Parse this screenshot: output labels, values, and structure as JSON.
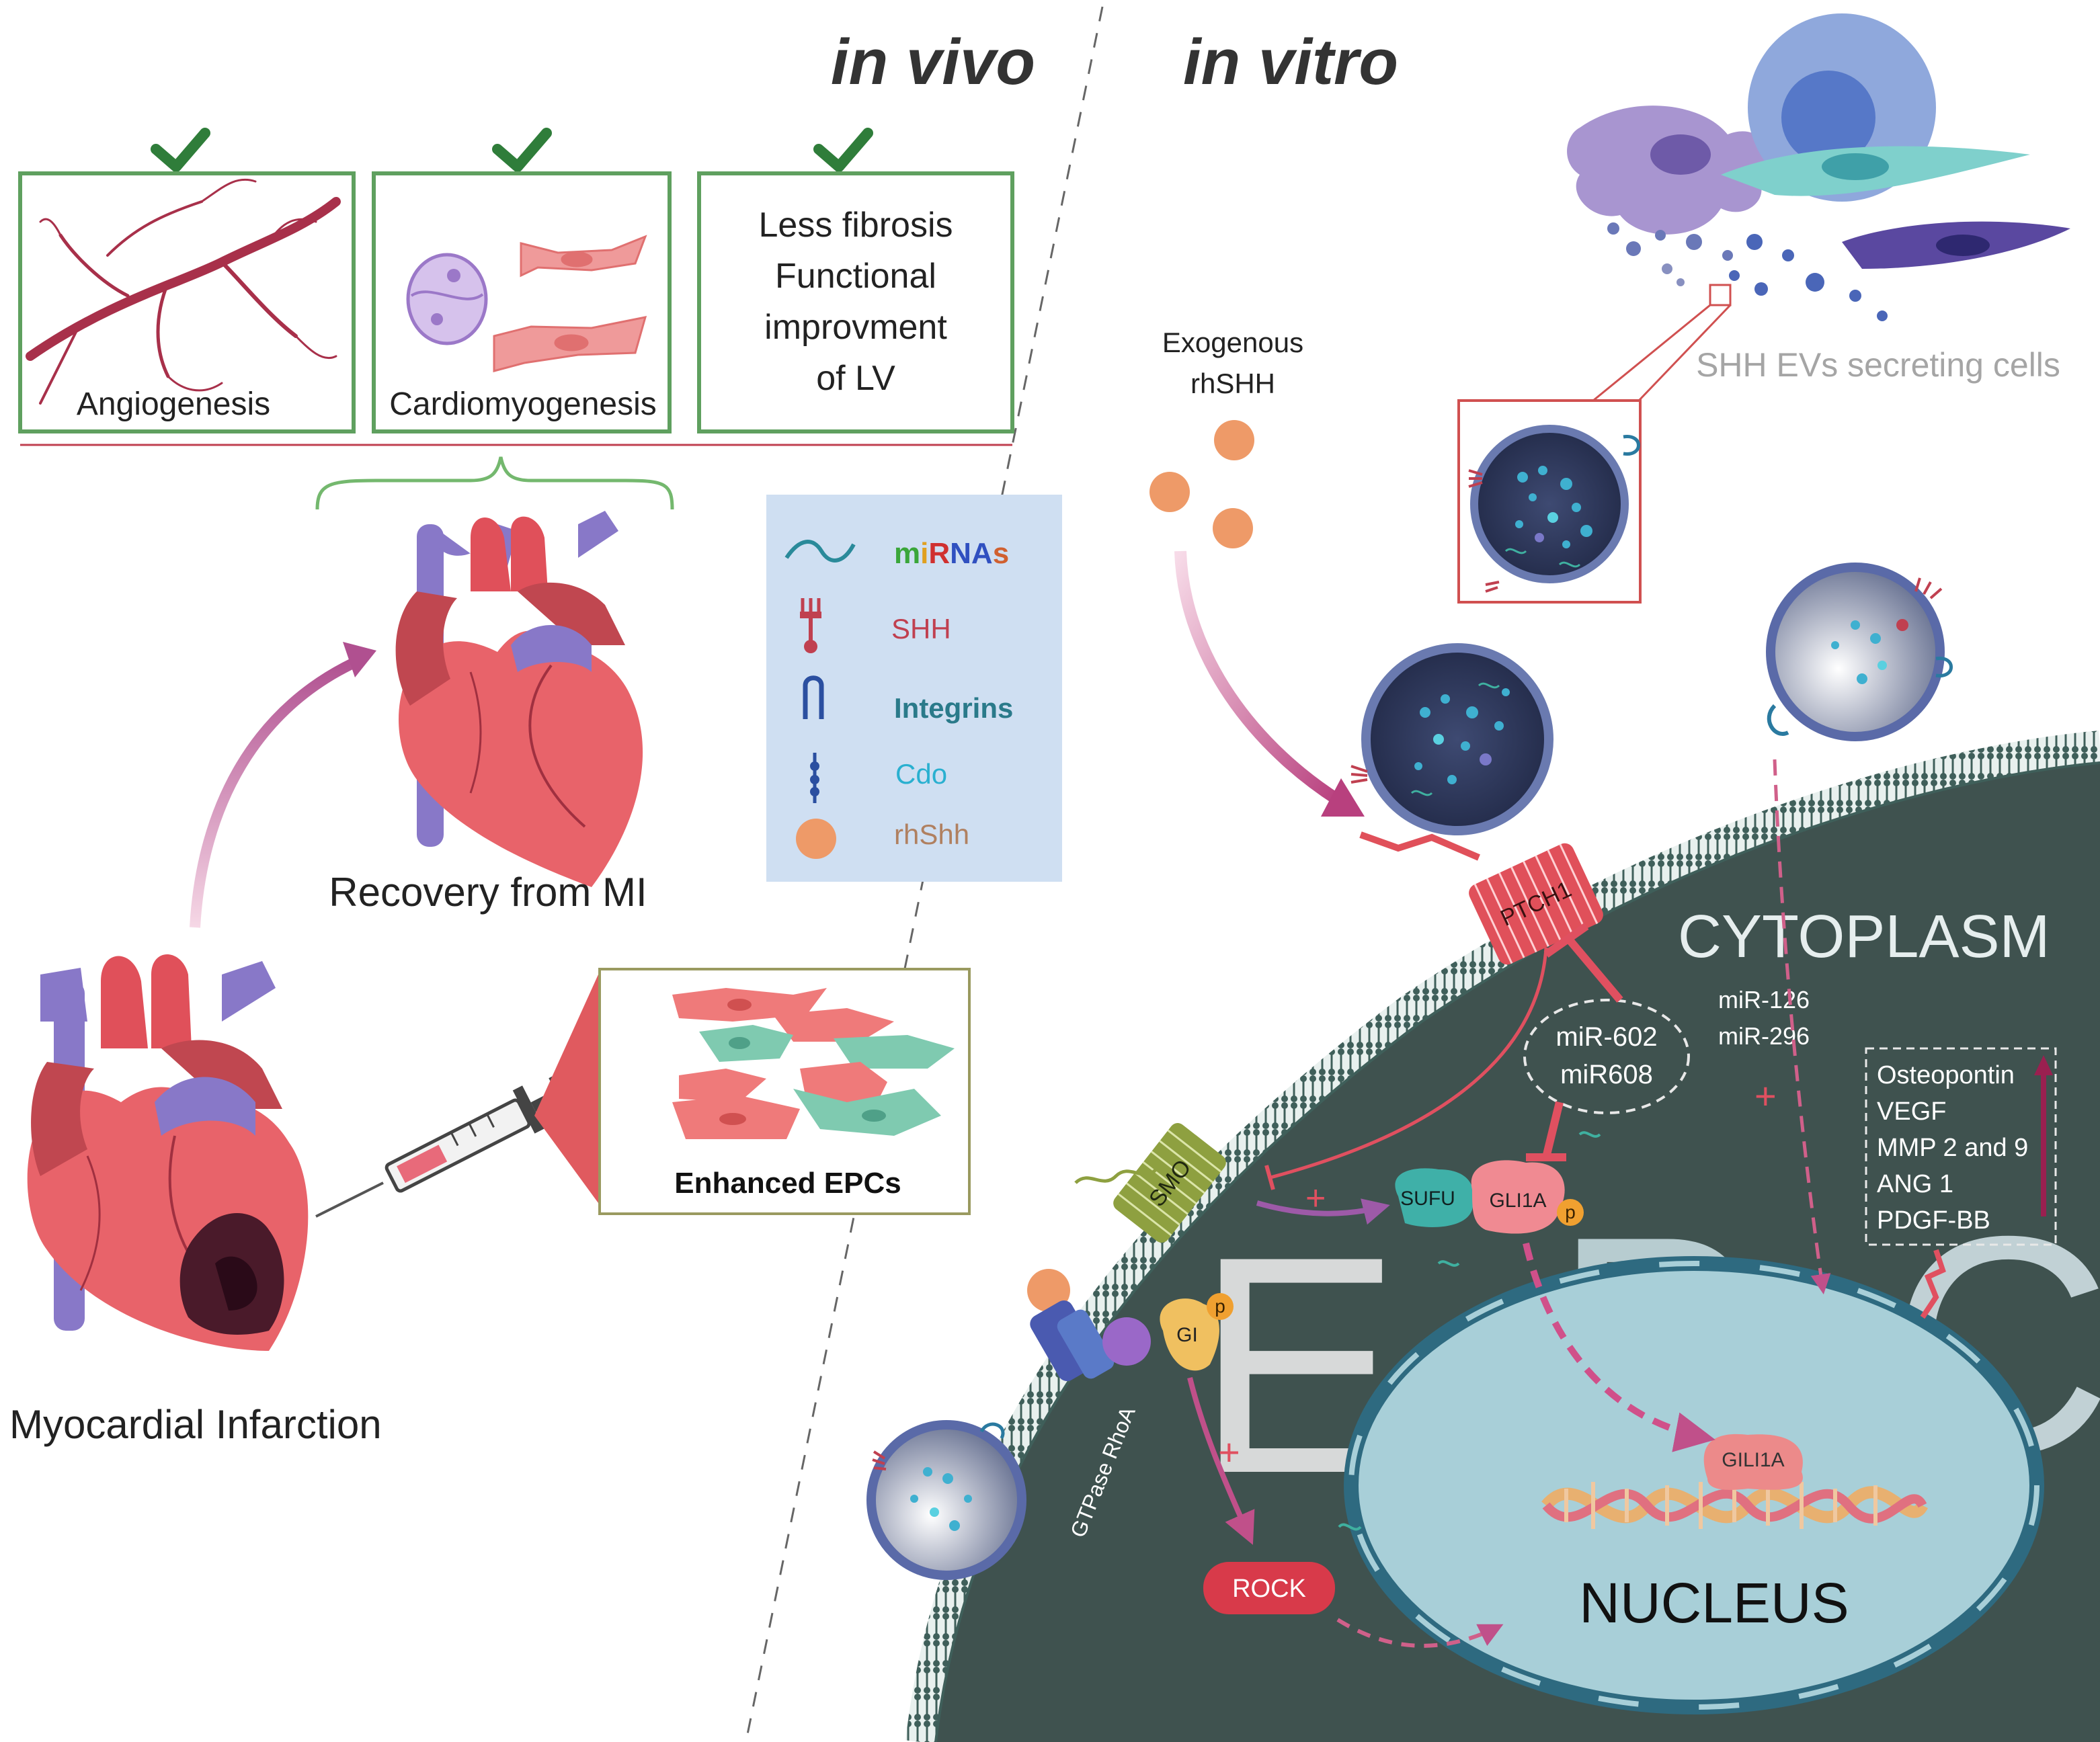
{
  "headers": {
    "in_vivo": "in vivo",
    "in_vitro": "in vitro"
  },
  "outcomes": {
    "angiogenesis": "Angiogenesis",
    "cardiomyogenesis": "Cardiomyogenesis",
    "fibrosis_lines": [
      "Less fibrosis",
      "Functional",
      "improvment",
      "of  LV"
    ]
  },
  "recovery_label": "Recovery from MI",
  "mi_label": "Myocardial Infarction",
  "epc_box_label": "Enhanced EPCs",
  "legend": {
    "items": [
      {
        "label": "miRNAs",
        "icon": "mirna-icon"
      },
      {
        "label": "SHH",
        "icon": "shh-icon"
      },
      {
        "label": "Integrins",
        "icon": "integrin-icon"
      },
      {
        "label": "Cdo",
        "icon": "cdo-icon"
      },
      {
        "label": "rhShh",
        "icon": "rhshh-icon"
      }
    ],
    "mirna_letter_colors": [
      "#3aa63a",
      "#e0a020",
      "#d03030",
      "#3050c0",
      "#3050c0",
      "#d06030"
    ]
  },
  "exogenous_lines": [
    "Exogenous",
    "rhSHH"
  ],
  "secreting_cells_label": "SHH EVs secreting cells",
  "cytoplasm_label": "CYTOPLASM",
  "nucleus_label": "NUCLEUS",
  "epc_letters": [
    "E",
    "P",
    "C"
  ],
  "mirna_inhibitors": [
    "miR-602",
    "miR608"
  ],
  "mirna_activators": [
    "miR-126",
    "miR-296"
  ],
  "secreted_factors": [
    "Osteopontin",
    "VEGF",
    "MMP 2 and 9",
    "ANG 1",
    "PDGF-BB"
  ],
  "proteins": {
    "ptch1": "PTCH1",
    "smo": "SMO",
    "sufu": "SUFU",
    "gli1a": "GLI1A",
    "gili1a": "GILI1A",
    "gi": "GI",
    "p": "p",
    "rock": "ROCK",
    "gtpase": "GTPase RhoA"
  },
  "signs": {
    "plus": "+"
  },
  "colors": {
    "panel_green": "#5fa05f",
    "heart_red": "#e05a5f",
    "vessel_purple": "#8878c8",
    "cell_dark": "#3f524f",
    "nucleus": "#a8cfd8",
    "membrane": "#3f5f5a",
    "arrow_pink": "#c0508a",
    "legend_bg": "#cfdff2"
  }
}
